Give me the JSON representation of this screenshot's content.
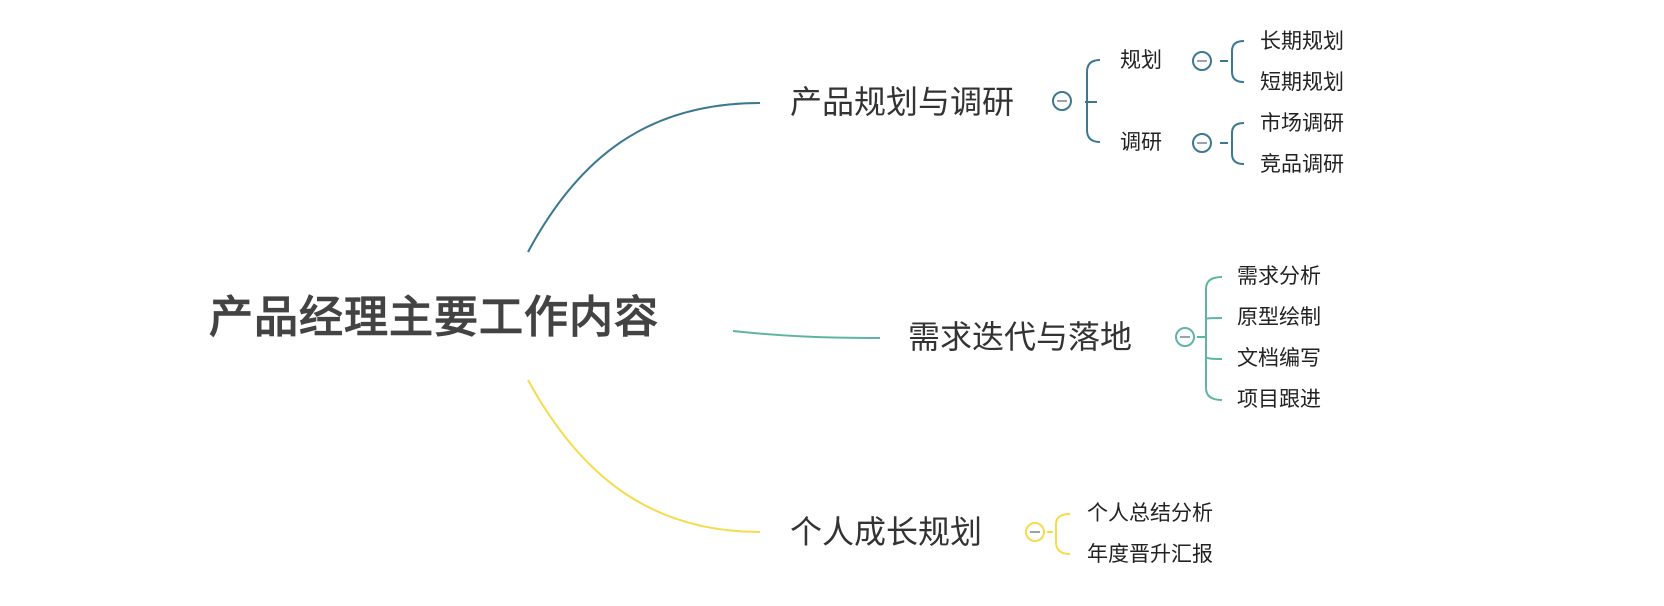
{
  "mindmap": {
    "root": "产品经理主要工作内容",
    "branches": [
      {
        "label": "产品规划与调研",
        "color": "#3b7891",
        "children": [
          {
            "label": "规划",
            "children": [
              "长期规划",
              "短期规划"
            ]
          },
          {
            "label": "调研",
            "children": [
              "市场调研",
              "竞品调研"
            ]
          }
        ]
      },
      {
        "label": "需求迭代与落地",
        "color": "#5fb5a5",
        "children": [
          "需求分析",
          "原型绘制",
          "文档编写",
          "项目跟进"
        ]
      },
      {
        "label": "个人成长规划",
        "color": "#f5dc4e",
        "children": [
          "个人总结分析",
          "年度晋升汇报"
        ]
      }
    ]
  }
}
